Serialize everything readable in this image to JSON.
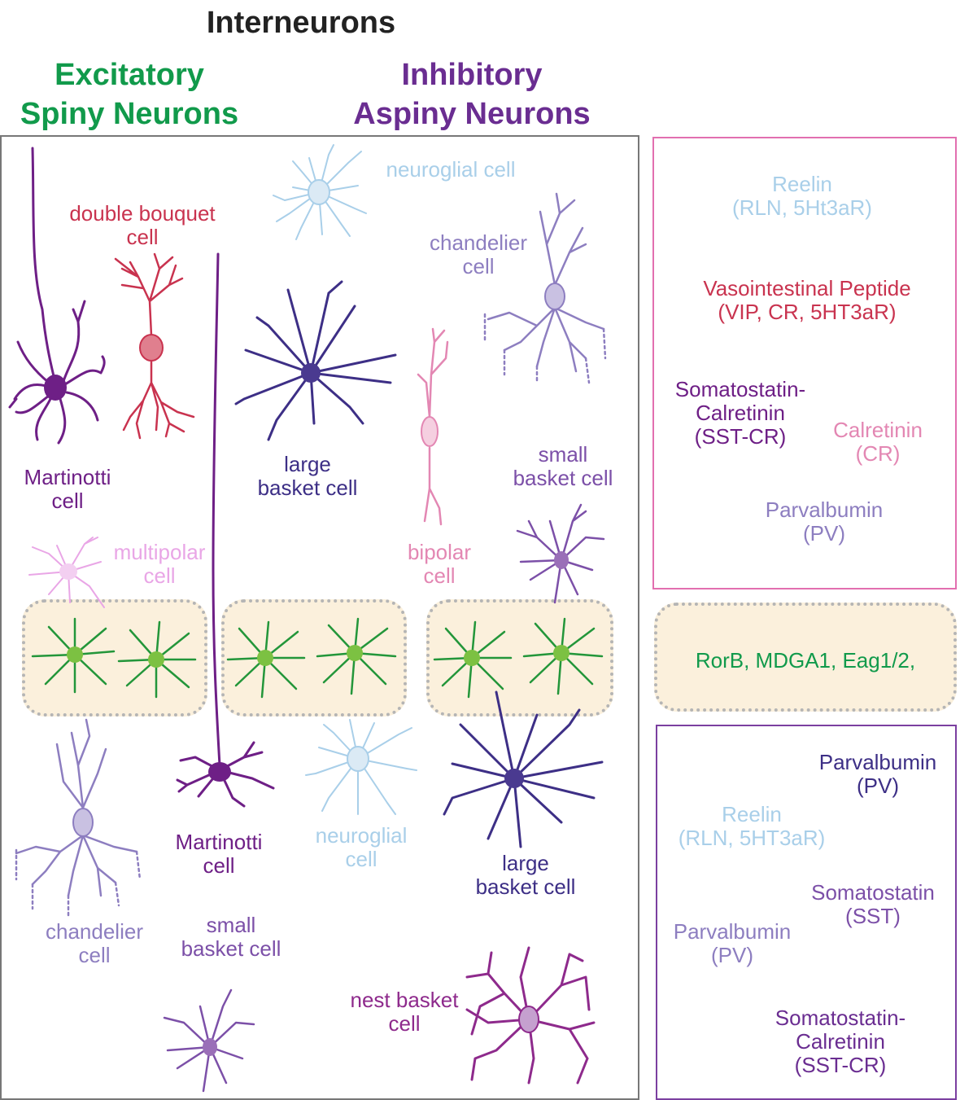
{
  "colors": {
    "excitatory": "#119a4b",
    "inhibitory": "#6a2d91",
    "neuroglial": "#a9cfe9",
    "double_bouquet": "#c9334f",
    "martinotti": "#6e1f86",
    "chandelier": "#8d7ec0",
    "basket_large": "#3d2f86",
    "basket_small": "#7c50a8",
    "bipolar": "#e387b3",
    "multipolar": "#e9a6e6",
    "nest_basket": "#8e2a8c",
    "spiny_stellate": "#23963a",
    "layer4_fill": "#fbf0dc",
    "pink_frame": "#e26fb0",
    "purple_frame": "#7b3fa0"
  },
  "header": {
    "title": "Interneurons",
    "excitatory": "Excitatory\nSpiny Neurons",
    "inhibitory": "Inhibitory\nAspiny Neurons"
  },
  "cells": {
    "neuroglial_top": "neuroglial cell",
    "double_bouquet": "double bouquet\ncell",
    "chandelier_top": "chandelier\ncell",
    "martinotti_top": "Martinotti\ncell",
    "large_basket_top": "large\nbasket cell",
    "small_basket_top": "small\nbasket cell",
    "multipolar": "multipolar\ncell",
    "bipolar": "bipolar\ncell",
    "martinotti_bottom": "Martinotti\ncell",
    "neuroglial_bottom": "neuroglial\ncell",
    "large_basket_bottom": "large\nbasket cell",
    "chandelier_bottom": "chandelier\ncell",
    "small_basket_bottom": "small\nbasket cell",
    "nest_basket": "nest basket\ncell"
  },
  "markers_upper": [
    {
      "text": "Reelin\n(RLN, 5Ht3aR)",
      "color": "#a9cfe9"
    },
    {
      "text": "Vasointestinal Peptide\n(VIP, CR, 5HT3aR)",
      "color": "#c9334f"
    },
    {
      "text": "Somatostatin-\nCalretinin\n(SST-CR)",
      "color": "#6e1f86"
    },
    {
      "text": "Calretinin\n(CR)",
      "color": "#e387b3"
    },
    {
      "text": "Parvalbumin\n(PV)",
      "color": "#8d7ec0"
    }
  ],
  "layer4_markers": "RorB, MDGA1, Eag1/2,",
  "markers_lower": [
    {
      "text": "Parvalbumin\n(PV)",
      "color": "#3d2f86"
    },
    {
      "text": "Reelin\n(RLN, 5HT3aR)",
      "color": "#a9cfe9"
    },
    {
      "text": "Somatostatin\n(SST)",
      "color": "#7c50a8"
    },
    {
      "text": "Parvalbumin\n(PV)",
      "color": "#8d7ec0"
    },
    {
      "text": "Somatostatin-\nCalretinin\n(SST-CR)",
      "color": "#6a2d91"
    }
  ]
}
